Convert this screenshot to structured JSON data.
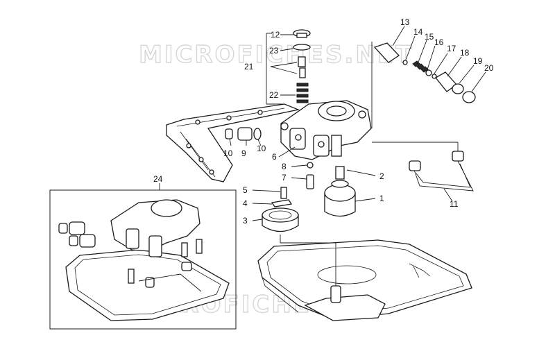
{
  "watermark": "MICROFICHES.NET",
  "inset": {
    "number": "24"
  },
  "callouts": [
    {
      "id": "c1",
      "label": "1"
    },
    {
      "id": "c2",
      "label": "2"
    },
    {
      "id": "c3",
      "label": "3"
    },
    {
      "id": "c4",
      "label": "4"
    },
    {
      "id": "c5",
      "label": "5"
    },
    {
      "id": "c6",
      "label": "6"
    },
    {
      "id": "c7",
      "label": "7"
    },
    {
      "id": "c8",
      "label": "8"
    },
    {
      "id": "c9",
      "label": "9"
    },
    {
      "id": "c10a",
      "label": "10"
    },
    {
      "id": "c10b",
      "label": "10"
    },
    {
      "id": "c11",
      "label": "11"
    },
    {
      "id": "c12",
      "label": "12"
    },
    {
      "id": "c13",
      "label": "13"
    },
    {
      "id": "c14",
      "label": "14"
    },
    {
      "id": "c15",
      "label": "15"
    },
    {
      "id": "c16",
      "label": "16"
    },
    {
      "id": "c17",
      "label": "17"
    },
    {
      "id": "c18",
      "label": "18"
    },
    {
      "id": "c19",
      "label": "19"
    },
    {
      "id": "c20",
      "label": "20"
    },
    {
      "id": "c21",
      "label": "21"
    },
    {
      "id": "c22",
      "label": "22"
    },
    {
      "id": "c23",
      "label": "23"
    }
  ]
}
